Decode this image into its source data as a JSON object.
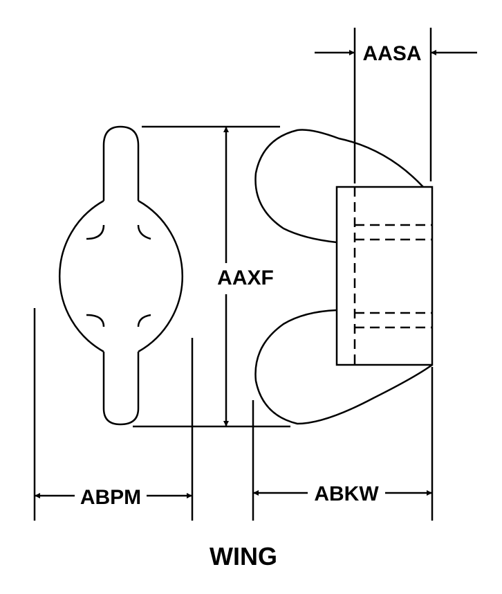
{
  "title": "WING",
  "dimensions": {
    "aasa": "AASA",
    "aaxf": "AAXF",
    "abpm": "ABPM",
    "abkw": "ABKW"
  }
}
